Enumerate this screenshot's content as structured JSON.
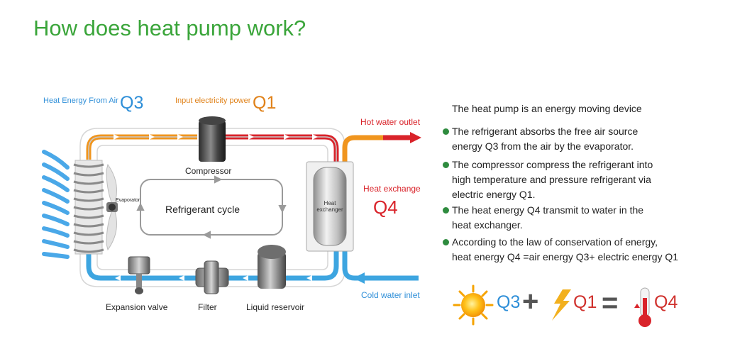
{
  "title": "How does heat pump work?",
  "labels": {
    "heat_energy_air": "Heat Energy From Air",
    "q3": "Q3",
    "input_power": "Input electricity power",
    "q1": "Q1",
    "hot_water_outlet": "Hot water outlet",
    "heat_exchange": "Heat exchange",
    "q4": "Q4",
    "compressor": "Compressor",
    "evaporator": "Evaporator",
    "refrigerant_cycle": "Refrigerant cycle",
    "heat_exchanger_line1": "Heat",
    "heat_exchanger_line2": "exchanger",
    "cold_water_inlet": "Cold water inlet",
    "expansion_valve": "Expansion valve",
    "filter": "Filter",
    "liquid_reservoir": "Liquid reservoir"
  },
  "description": {
    "heading": "The heat pump is an energy moving device",
    "bullets": [
      {
        "line1": "The refrigerant absorbs the free air source",
        "line2": "energy Q3 from the air by the evaporator."
      },
      {
        "line1": "The compressor compress the refrigerant into",
        "line2": "high temperature and pressure refrigerant via",
        "line3": "electric energy Q1."
      },
      {
        "line1": "The heat energy Q4 transmit to water in the",
        "line2": "heat exchanger."
      },
      {
        "line1": "According to the law of conservation of energy,",
        "line2": "heat energy Q4 =air energy Q3+ electric energy Q1"
      }
    ]
  },
  "equation": {
    "q3": "Q3",
    "plus": "+",
    "q1": "Q1",
    "equals": "=",
    "q4": "Q4"
  },
  "colors": {
    "title_green": "#3aa53a",
    "hot_pipe_red": "#d9232a",
    "warm_pipe_orange": "#f0951e",
    "cold_pipe_blue": "#3da5e0",
    "air_blue": "#4aa8e8",
    "bullet_green": "#2e8b3e"
  }
}
